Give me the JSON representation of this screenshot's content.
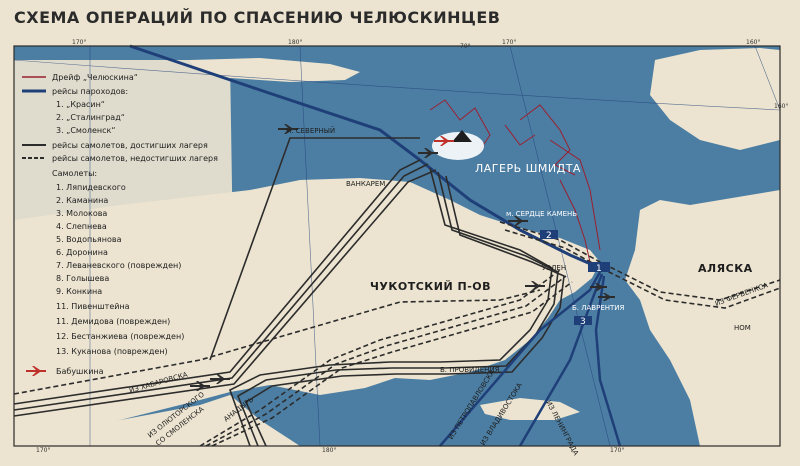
{
  "title": "СХЕМА ОПЕРАЦИЙ ПО СПАСЕНИЮ ЧЕЛЮСКИНЦЕВ",
  "colors": {
    "sea": "#4c7ea3",
    "land": "#ece4d0",
    "flight": "#2c2c2c",
    "ship_route": "#1f3f78",
    "drift": "#9a2030",
    "babushkin": "#c0302a"
  },
  "degree_marks": {
    "top": [
      "170°",
      "180°",
      "170°",
      "160°"
    ],
    "bottom": [
      "170°",
      "180°",
      "170°"
    ],
    "top_inner": "70°",
    "right_edge": "160°"
  },
  "legend": {
    "drift": "Дрейф „Челюскина“",
    "ships_header": "рейсы пароходов:",
    "ships": [
      "1. „Красин“",
      "2. „Сталинград“",
      "3. „Смоленск“"
    ],
    "flights_reached": "рейсы самолетов, достигших лагеря",
    "flights_not_reached": "рейсы самолетов, недостигших лагеря",
    "planes_header": "Самолеты:",
    "planes": [
      "1. Ляпидевского",
      "2. Каманина",
      "3. Молокова",
      "4. Слепнева",
      "5. Водопьянова",
      "6. Доронина",
      "7. Леваневского (поврежден)",
      "8. Голышева",
      "9. Конкина",
      "11. Пивенштейна",
      "11. Демидова (поврежден)",
      "12. Бестанжиева (поврежден)",
      "13. Куканова (поврежден)"
    ],
    "babushkin": "Бабушкина"
  },
  "places": {
    "severny": "м. СЕВЕРНЫЙ",
    "vankarem": "ВАНКАРЕМ",
    "schmidt_camp": "ЛАГЕРЬ ШМИДТА",
    "serdtse_kamen": "м. СЕРДЦЕ КАМЕНЬ",
    "chukotka": "ЧУКОТСКИЙ П-ОВ",
    "uelen": "УЭЛЕН",
    "alaska": "АЛЯСКА",
    "lavrentiya": "Б. ЛАВРЕНТИЯ",
    "provideniya": "Б. ПРОВИДЕНИЯ",
    "nome": "НОМ",
    "fairbanks": "ИЗ ФЕРБЕНКСА"
  },
  "routes": {
    "khabarovsk": "ИЗ ХАБАРОВСКА",
    "olyutorsky": "ИЗ ОЛЮТОРСКОГО",
    "smolensk_anadyr": "СО СМОЛЕНСКА",
    "anadyr": "АНАДЫРЬ",
    "petropavlovsk": "ИЗ ПЕТРОПАВЛОВСКА",
    "vladivostok": "ИЗ ВЛАДИВОСТОКА",
    "leningrad": "ИЗ ЛЕНИНГРАДА"
  },
  "ship_numbers": [
    "1",
    "2",
    "3"
  ]
}
